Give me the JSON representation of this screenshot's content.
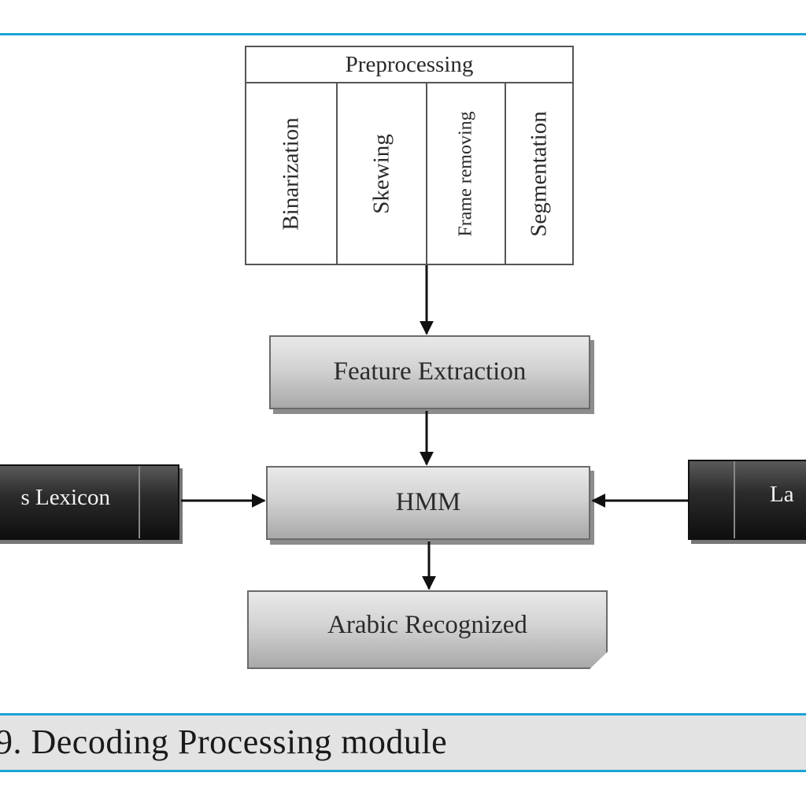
{
  "preprocessing": {
    "title": "Preprocessing",
    "steps": [
      "Binarization",
      "Skewing",
      "Frame removing",
      "Segmentation"
    ]
  },
  "feature_extraction": "Feature Extraction",
  "hmm": "HMM",
  "output": "Arabic Recognized",
  "lexicon_store": "s Lexicon",
  "language_model_store": "La",
  "caption": "9. Decoding Processing  module",
  "colors": {
    "rule": "#1aa3d6",
    "caption_bg": "#e3e3e3",
    "process_box": "#d2d2d2",
    "data_store": "#1a1a1a"
  }
}
